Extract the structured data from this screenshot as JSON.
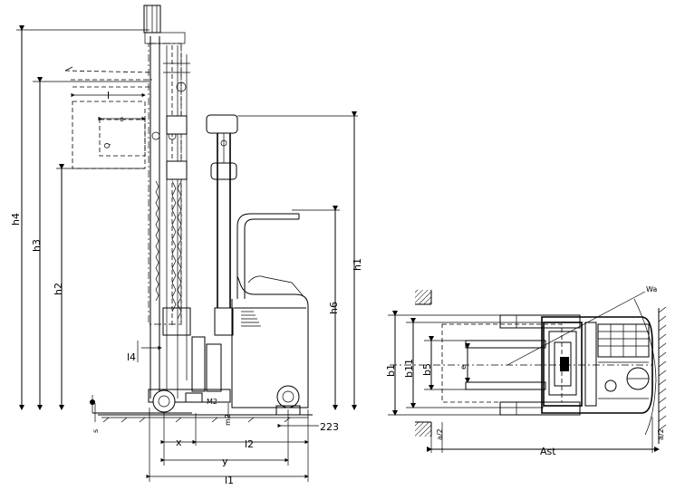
{
  "labels": {
    "h4": "h4",
    "h3": "h3",
    "h2": "h2",
    "h1": "h1",
    "h6": "h6",
    "l": "l",
    "c": "c",
    "Q": "Q",
    "l4": "l4",
    "s": "s",
    "m2": "m2",
    "val223": "223",
    "x": "x",
    "l2": "l2",
    "y": "y",
    "l1": "l1",
    "b1": "b1",
    "b11": "b11",
    "b5": "b5",
    "e": "e",
    "Wa": "Wa",
    "a2_left": "a/2",
    "a2_right": "a/2",
    "Ast": "Ast"
  }
}
